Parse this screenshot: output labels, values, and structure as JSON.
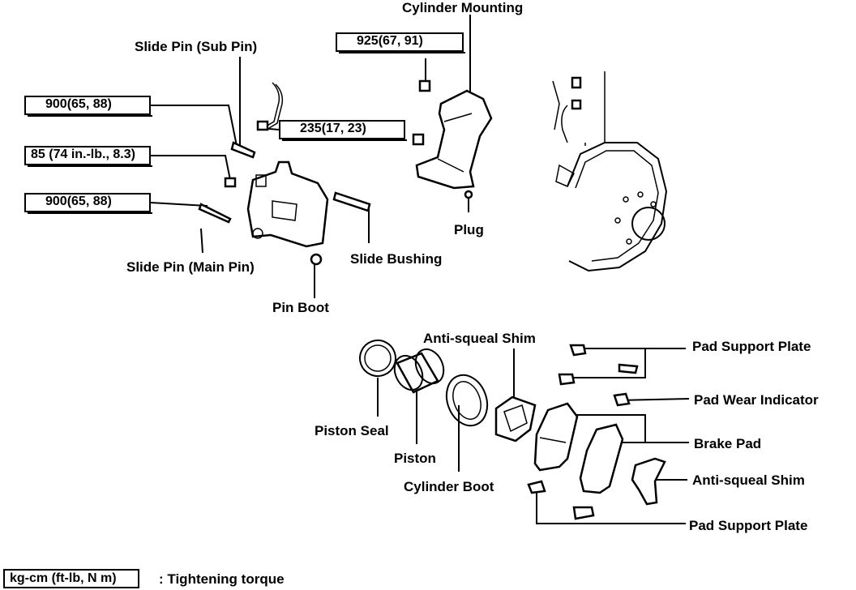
{
  "labels": {
    "cylinder_mounting": "Cylinder Mounting",
    "slide_pin_sub": "Slide Pin (Sub Pin)",
    "slide_pin_main": "Slide Pin (Main Pin)",
    "slide_bushing": "Slide Bushing",
    "pin_boot": "Pin Boot",
    "plug": "Plug",
    "anti_squeal_shim_top": "Anti-squeal Shim",
    "pad_support_plate_top": "Pad Support Plate",
    "pad_wear_indicator": "Pad Wear Indicator",
    "brake_pad": "Brake Pad",
    "anti_squeal_shim_right": "Anti-squeal Shim",
    "pad_support_plate_bottom": "Pad Support Plate",
    "piston_seal": "Piston Seal",
    "piston": "Piston",
    "cylinder_boot": "Cylinder Boot"
  },
  "torques": {
    "cylinder_mounting_bolt": "925(67, 91)",
    "bleeder_top": "900(65, 88)",
    "hose_union": "235(17, 23)",
    "bleeder_plug": "85 (74 in.-lb., 8.3)",
    "main_pin_bolt": "900(65, 88)"
  },
  "legend": {
    "unit": "kg-cm (ft-lb, N m)",
    "meaning": ": Tightening torque"
  }
}
